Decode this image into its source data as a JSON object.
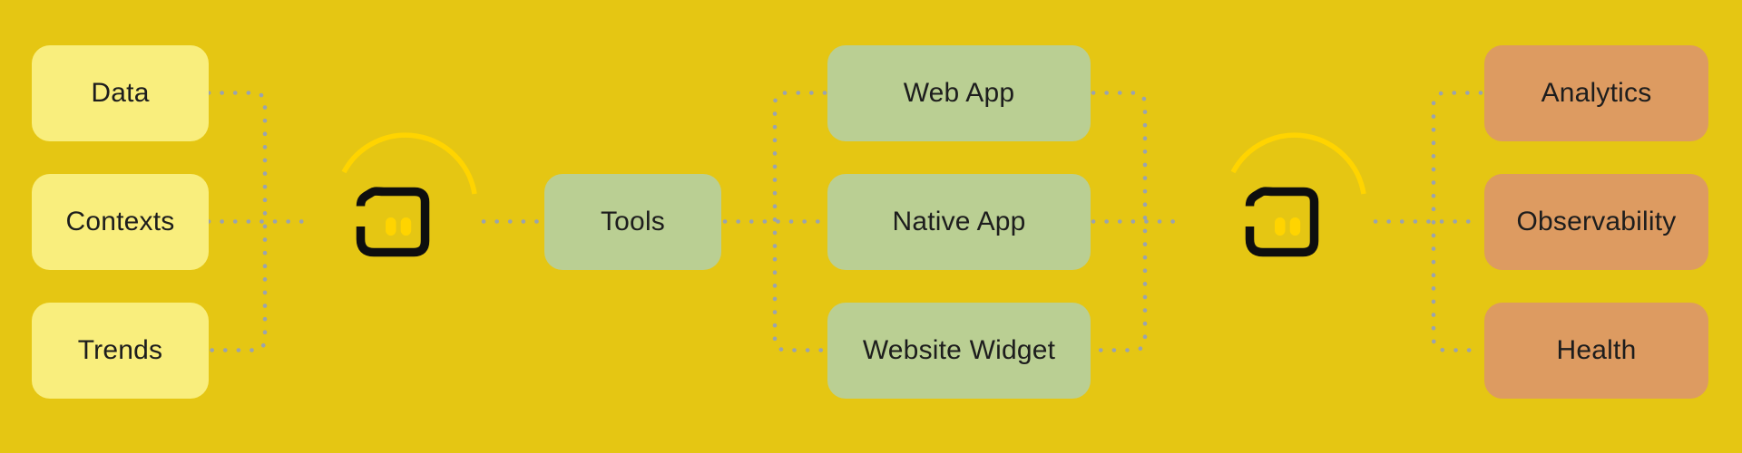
{
  "diagram": {
    "background_color": "#E5C613",
    "accent_color": "#FFD400",
    "logo_color": "#0E0E0E",
    "connector_dot_color": "#9AA3AF",
    "node_colors": {
      "input": "#F9EE7D",
      "channel": "#BACF93",
      "output": "#DD9B61"
    },
    "input_nodes": [
      {
        "label": "Data"
      },
      {
        "label": "Contexts"
      },
      {
        "label": "Trends"
      }
    ],
    "tools_node": {
      "label": "Tools"
    },
    "channel_nodes": [
      {
        "label": "Web App"
      },
      {
        "label": "Native App"
      },
      {
        "label": "Website Widget"
      }
    ],
    "output_nodes": [
      {
        "label": "Analytics"
      },
      {
        "label": "Observability"
      },
      {
        "label": "Health"
      }
    ]
  }
}
